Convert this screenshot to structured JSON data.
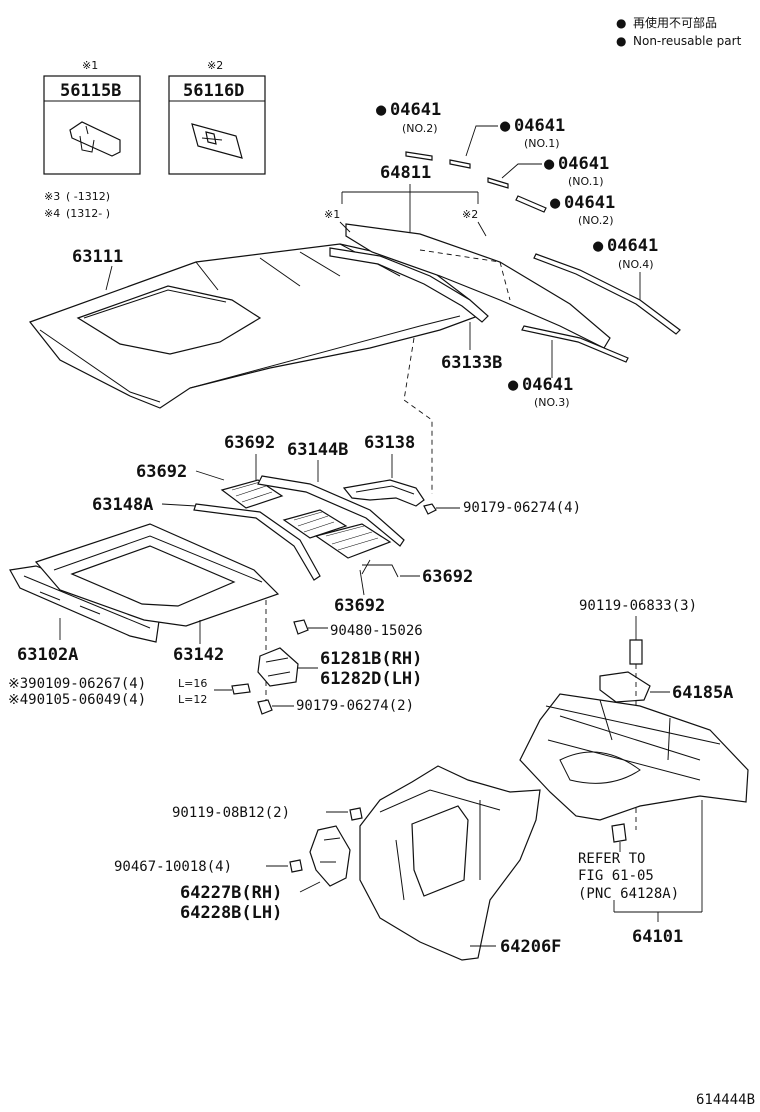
{
  "legend": {
    "symbol": "●",
    "jp": "再使用不可部品",
    "en": "Non-reusable part"
  },
  "clips": [
    {
      "ref": "※1",
      "part": "56115B"
    },
    {
      "ref": "※2",
      "part": "56116D"
    }
  ],
  "notes": {
    "n3_ref": "※3",
    "n3_text": "(      -1312)",
    "n4_ref": "※4",
    "n4_text": "(1312-      )"
  },
  "parts": {
    "p63111": "63111",
    "p64811": "64811",
    "ref1": "※1",
    "ref2": "※2",
    "seal_a": "04641",
    "seal_a_sub": "(NO.2)",
    "seal_b": "04641",
    "seal_b_sub": "(NO.1)",
    "seal_c": "04641",
    "seal_c_sub": "(NO.1)",
    "seal_d": "04641",
    "seal_d_sub": "(NO.2)",
    "seal_e": "04641",
    "seal_e_sub": "(NO.4)",
    "seal_f": "04641",
    "seal_f_sub": "(NO.3)",
    "p63133B": "63133B",
    "p63692_top": "63692",
    "p63144B": "63144B",
    "p63138": "63138",
    "p63692_left": "63692",
    "p63148A": "63148A",
    "p90179_4": "90179-06274(4)",
    "p63692_right": "63692",
    "p63692_bottom": "63692",
    "p90480": "90480-15026",
    "p63102A": "63102A",
    "p63142": "63142",
    "p61281B": "61281B(RH)",
    "p61282D": "61282D(LH)",
    "p90109": "※390109-06267(4)",
    "p90109_l": "L=16",
    "p90105": "※490105-06049(4)",
    "p90105_l": "L=12",
    "p90179_2": "90179-06274(2)",
    "p90119_3": "90119-06833(3)",
    "p64185A": "64185A",
    "p90119_2": "90119-08B12(2)",
    "p90467": "90467-10018(4)",
    "p64227B": "64227B(RH)",
    "p64228B": "64228B(LH)",
    "p64206F": "64206F",
    "refer1": "REFER TO",
    "refer2": "FIG 61-05",
    "refer3": "(PNC  64128A)",
    "p64101": "64101"
  },
  "footer_code": "614444B"
}
